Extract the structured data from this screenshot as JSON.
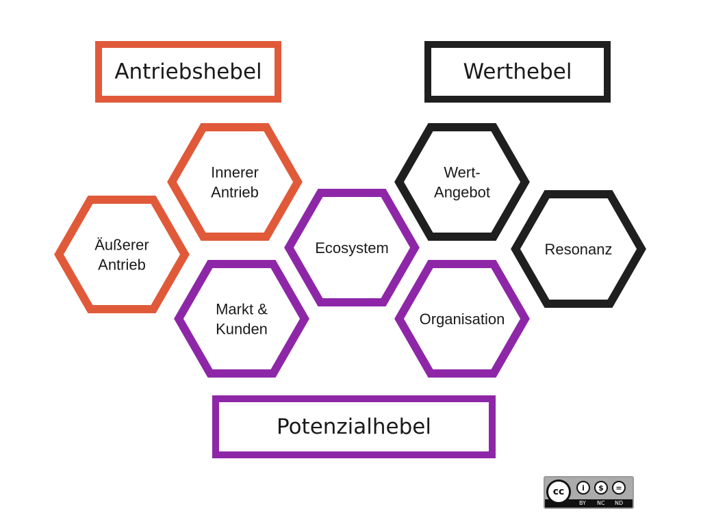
{
  "colors": {
    "antrieb": "#e05a3a",
    "potenzial": "#8e27a7",
    "wert": "#1f1f1f"
  },
  "categories": {
    "antrieb": "Antriebshebel",
    "wert": "Werthebel",
    "potenzial": "Potenzialhebel"
  },
  "hexagons": [
    {
      "id": "innerer-antrieb",
      "group": "antrieb",
      "lines": [
        "Innerer",
        "Antrieb"
      ]
    },
    {
      "id": "aeusserer-antrieb",
      "group": "antrieb",
      "lines": [
        "Äußerer",
        "Antrieb"
      ]
    },
    {
      "id": "markt-kunden",
      "group": "potenzial",
      "lines": [
        "Markt &",
        "Kunden"
      ]
    },
    {
      "id": "ecosystem",
      "group": "potenzial",
      "lines": [
        "Ecosystem"
      ]
    },
    {
      "id": "organisation",
      "group": "potenzial",
      "lines": [
        "Organisation"
      ]
    },
    {
      "id": "wert-angebot",
      "group": "wert",
      "lines": [
        "Wert-",
        "Angebot"
      ]
    },
    {
      "id": "resonanz",
      "group": "wert",
      "lines": [
        "Resonanz"
      ]
    }
  ],
  "license_badge": {
    "logo": "cc",
    "icons": [
      "by-icon",
      "nc-icon",
      "nd-icon"
    ],
    "tags": [
      "BY",
      "NC",
      "ND"
    ]
  }
}
